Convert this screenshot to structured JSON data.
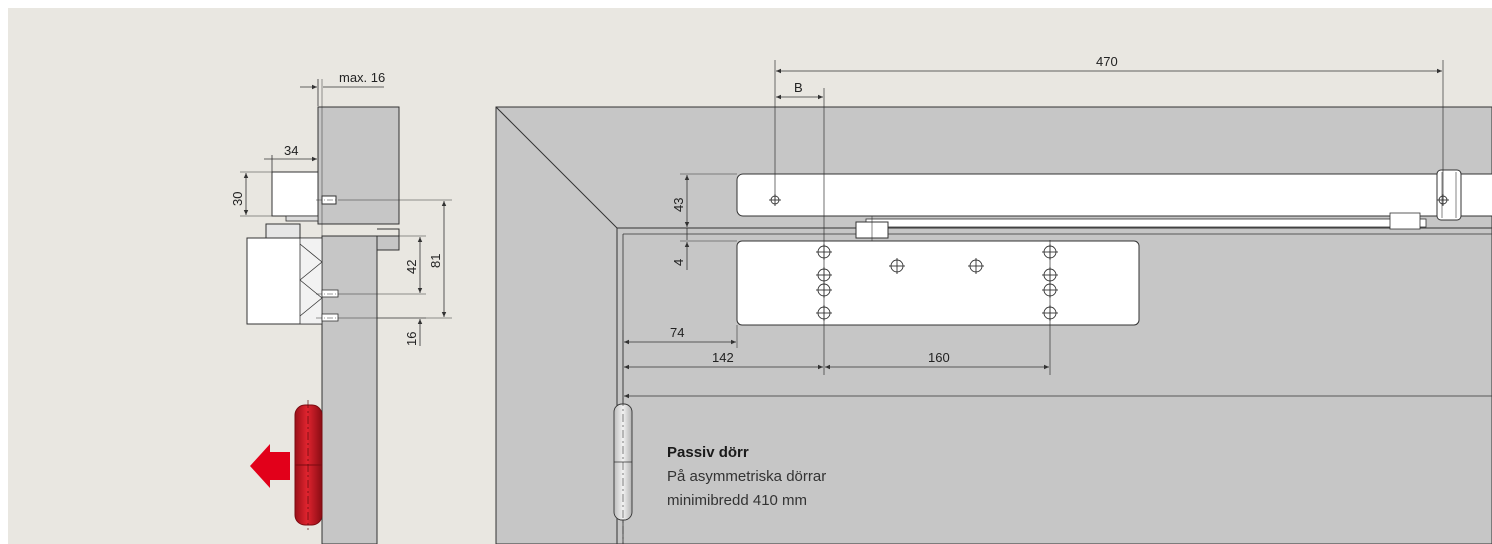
{
  "side_view": {
    "dim_max": "max. 16",
    "dim_34": "34",
    "dim_30": "30",
    "dim_42": "42",
    "dim_81": "81",
    "dim_16": "16"
  },
  "front_view": {
    "dim_470": "470",
    "dim_b": "B",
    "dim_43": "43",
    "dim_4": "4",
    "dim_74": "74",
    "dim_142": "142",
    "dim_160": "160"
  },
  "note": {
    "title": "Passiv dörr",
    "line1": "På asymmetriska dörrar",
    "line2": "minimibredd 410 mm"
  },
  "colors": {
    "background": "#e9e7e1",
    "panel_grey": "#c6c6c6",
    "line": "#333333",
    "arrow_red": "#e2001a",
    "hinge_red": "#cf1a26"
  }
}
